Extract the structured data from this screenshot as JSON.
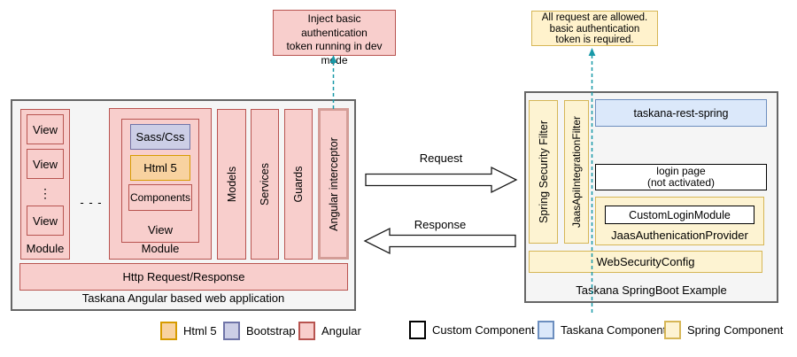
{
  "left_app": {
    "title": "Taskana Angular based web application",
    "module1": {
      "label": "Module",
      "view1": "View",
      "view2": "View",
      "view3": "View",
      "vdots": "⋮"
    },
    "between_modules_dots": "- - -",
    "module2": {
      "label": "Module",
      "view_label": "View",
      "sass_css": "Sass/Css",
      "html5": "Html 5",
      "components": "Components"
    },
    "columns": {
      "models": "Models",
      "services": "Services",
      "guards": "Guards",
      "interceptor": "Angular interceptor"
    },
    "http_bar": "Http Request/Response"
  },
  "right_app": {
    "title": "Taskana SpringBoot Example",
    "spring_security_filter": "Spring Security Filter",
    "jaas_api_integration_filter": "JaasApiIntegrationFilter",
    "taskana_rest_spring": "taskana-rest-spring",
    "login_page": {
      "line1": "login page",
      "line2": "(not activated)"
    },
    "custom_login_module": "CustomLoginModule",
    "jaas_authentication_provider": "JaasAuthenicationProvider",
    "web_security_config": "WebSecurityConfig"
  },
  "notes": {
    "dev_token": {
      "line1": "Inject basic authentication",
      "line2": "token running in dev",
      "line3": "mode"
    },
    "auth_required": {
      "line1": "All request are allowed.",
      "line2": "basic authentication",
      "line3": "token is required."
    }
  },
  "flows": {
    "request": "Request",
    "response": "Response"
  },
  "legend": {
    "items": [
      {
        "label": "Html 5",
        "style": "background:#f8d2a0;border-color:#d79b00"
      },
      {
        "label": "Bootstrap",
        "style": "background:#cccee6;border-color:#6f74a8"
      },
      {
        "label": "Angular",
        "style": "background:#f8cecc;border-color:#b85450"
      },
      {
        "label": "Custom Component",
        "style": "background:#ffffff;border-color:#000000"
      },
      {
        "label": "Taskana Component",
        "style": "background:#dbe8fa;border-color:#6c8ebf"
      },
      {
        "label": "Spring Component",
        "style": "background:#fdf3d2;border-color:#d6b656"
      }
    ]
  },
  "colors": {
    "angular_fill": "#f8cecc",
    "angular_stroke": "#b85450",
    "html5_fill": "#f8d2a0",
    "html5_stroke": "#d79b00",
    "bootstrap_fill": "#cccee6",
    "bootstrap_stroke": "#6f74a8",
    "taskana_fill": "#dbe8fa",
    "taskana_stroke": "#6c8ebf",
    "spring_fill": "#fdf3d2",
    "spring_stroke": "#d6b656",
    "container_fill": "#f5f5f5",
    "container_stroke": "#666666",
    "note_connector": "#1899a8"
  }
}
